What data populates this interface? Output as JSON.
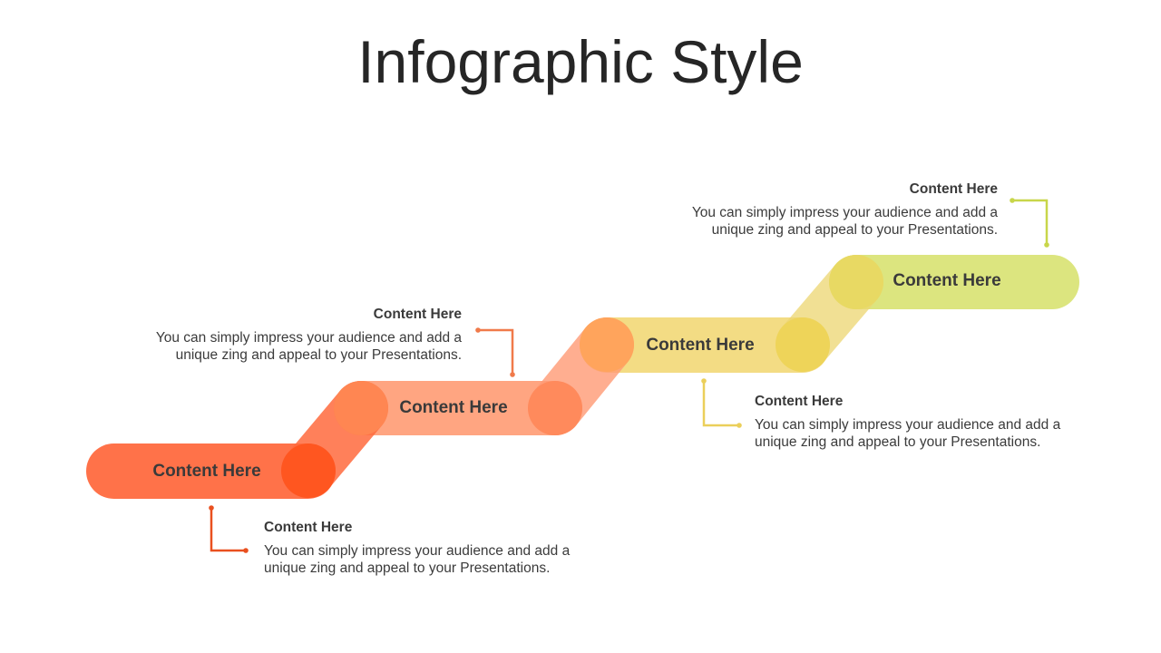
{
  "title": "Infographic Style",
  "colors": {
    "step1": "#ff6f47",
    "step2": "#ffa27f",
    "step3": "#f2d97a",
    "step4": "#dbe47e",
    "connector1": "#e9501f",
    "connector2": "#f07a4a",
    "connector3": "#ebcf5a",
    "connector4": "#c8d64a"
  },
  "steps": [
    {
      "label": "Content Here"
    },
    {
      "label": "Content Here"
    },
    {
      "label": "Content Here"
    },
    {
      "label": "Content Here"
    }
  ],
  "notes": [
    {
      "heading": "Content Here",
      "line1": "You can simply impress your audience and add a",
      "line2": "unique zing and appeal to your Presentations."
    },
    {
      "heading": "Content Here",
      "line1": "You can simply impress your audience and add a",
      "line2": "unique zing and appeal to your Presentations."
    },
    {
      "heading": "Content Here",
      "line1": "You can simply impress your audience and add a",
      "line2": "unique zing and appeal to your Presentations."
    },
    {
      "heading": "Content Here",
      "line1": "You can simply impress your audience and add a",
      "line2": "unique zing and appeal to your Presentations."
    }
  ]
}
